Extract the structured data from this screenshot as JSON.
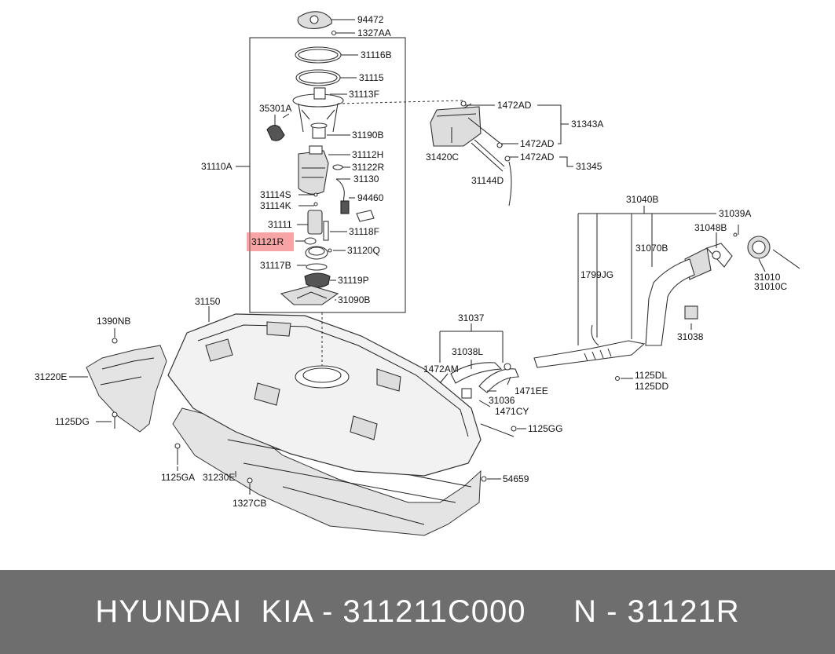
{
  "highlight_label": "31121R",
  "labels": [
    "94472",
    "1327AA",
    "31116B",
    "31115",
    "31113F",
    "35301A",
    "31190B",
    "31112H",
    "31122R",
    "31130",
    "31110A",
    "94460",
    "31114S",
    "31114K",
    "31111",
    "31118F",
    "31120Q",
    "31117B",
    "31119P",
    "31090B",
    "1472AD",
    "31343A",
    "1472AD",
    "31420C",
    "1472AD",
    "31345",
    "31144D",
    "31040B",
    "31039A",
    "31048B",
    "31070B",
    "31010",
    "31010C",
    "1799JG",
    "31038",
    "31150",
    "1390NB",
    "31037",
    "31038L",
    "1472AM",
    "31220E",
    "1471EE",
    "31036",
    "1471CY",
    "1125DL",
    "1125DD",
    "1125DG",
    "1125GG",
    "1125GA",
    "31230E",
    "54659",
    "1327CB"
  ],
  "footer": {
    "text": "HYUNDAI  KIA - 311211C000     N - 31121R"
  },
  "colors": {
    "footer_bg": "#6e6e6e",
    "highlight": "#ee5a5a"
  }
}
